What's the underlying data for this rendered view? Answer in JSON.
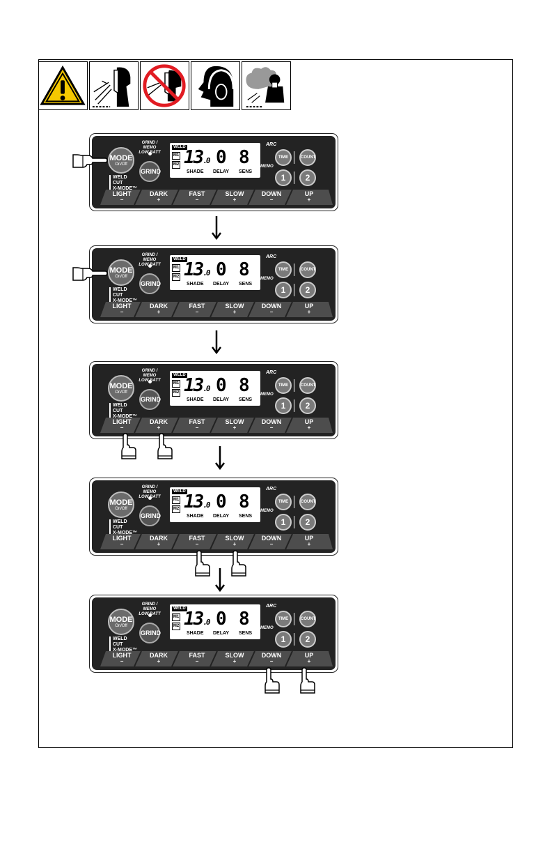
{
  "warning_icons": [
    {
      "name": "caution-triangle-icon"
    },
    {
      "name": "spark-face-shield-icon"
    },
    {
      "name": "no-face-exposure-icon"
    },
    {
      "name": "hearing-protection-icon"
    },
    {
      "name": "fume-respirator-icon"
    }
  ],
  "panel": {
    "mode_label": "MODE",
    "mode_sub": "On/Off",
    "grind_label": "GRIND",
    "grind_memo_line1": "GRIND / MEMO",
    "grind_memo_line2": "LOW BATT",
    "modes": [
      "WELD",
      "CUT",
      "X-MODE™"
    ],
    "lcd": {
      "weld_tag": "WELD",
      "m1": "M1",
      "m2": "M2",
      "shade_value": "13",
      "shade_decimal": ".0",
      "delay_value": "0",
      "sens_value": "8",
      "shade_label": "SHADE",
      "delay_label": "DELAY",
      "sens_label": "SENS"
    },
    "arc_label": "ARC",
    "memo_label": "MEMO",
    "time_label": "TIME",
    "count_label": "COUNT",
    "memo1_label": "1",
    "memo2_label": "2",
    "strip": [
      {
        "label": "LIGHT",
        "sign": "−"
      },
      {
        "label": "DARK",
        "sign": "+"
      },
      {
        "label": "FAST",
        "sign": "−"
      },
      {
        "label": "SLOW",
        "sign": "+"
      },
      {
        "label": "DOWN",
        "sign": "−"
      },
      {
        "label": "UP",
        "sign": "+"
      }
    ]
  },
  "steps": [
    {
      "pressed": "mode"
    },
    {
      "pressed": "mode"
    },
    {
      "pressed": "light-dark"
    },
    {
      "pressed": "fast-slow"
    },
    {
      "pressed": "down-up"
    }
  ]
}
